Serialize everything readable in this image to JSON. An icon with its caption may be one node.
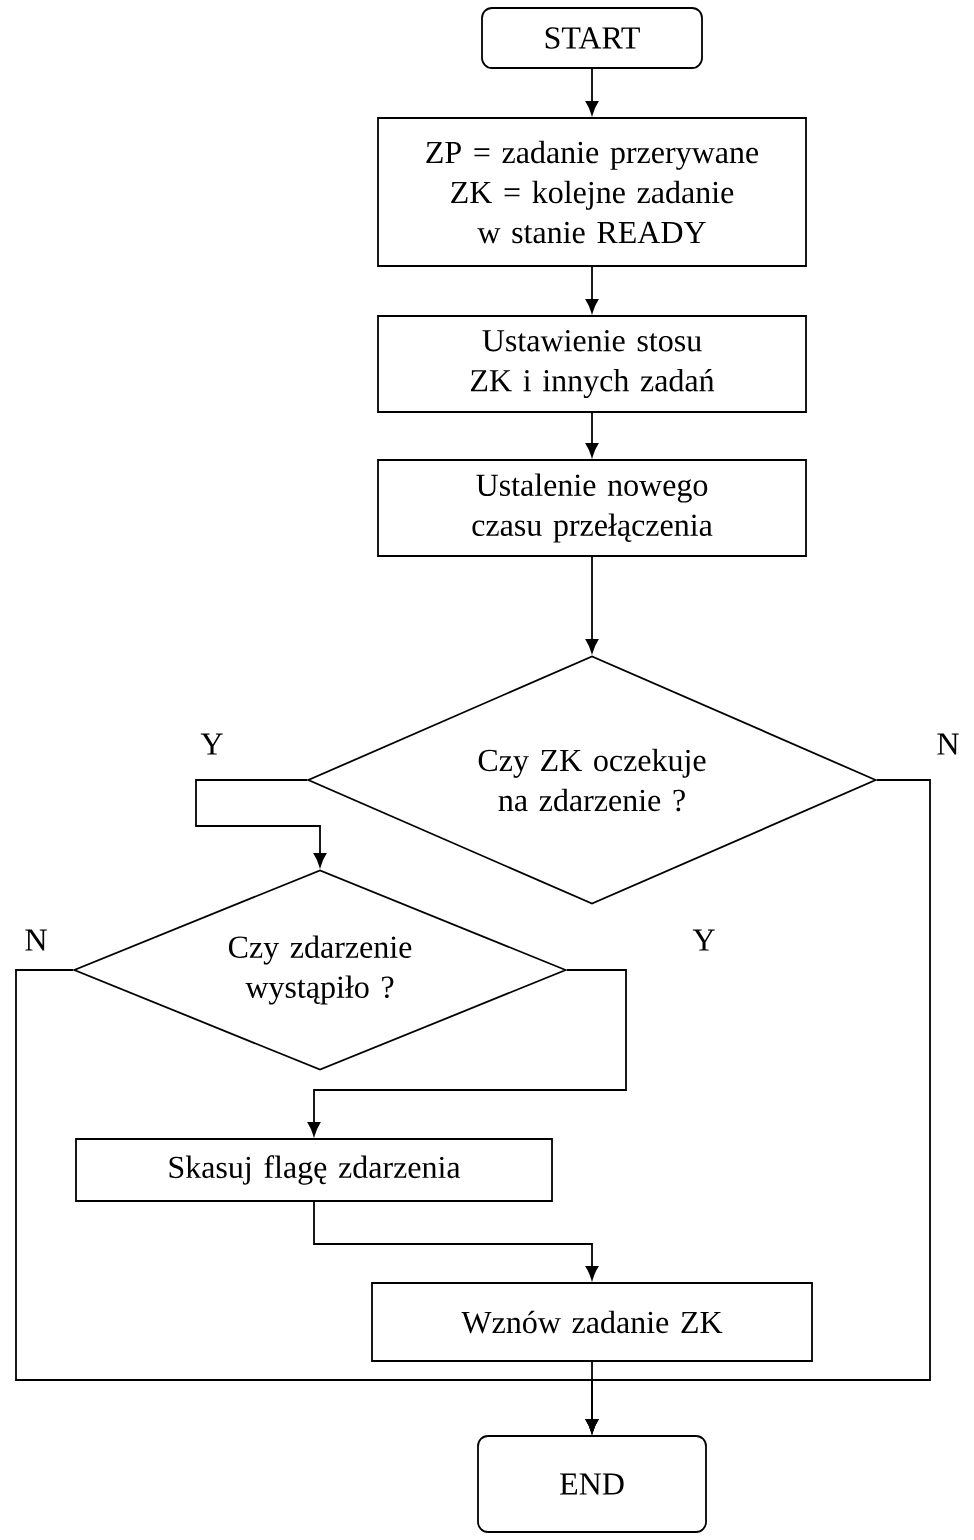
{
  "diagram": {
    "nodes": [
      {
        "text": [
          "START"
        ]
      },
      {
        "text": [
          "ZP = zadanie przerywane",
          "ZK = kolejne zadanie w stanie READY"
        ]
      },
      {
        "text": [
          "Ustawienie stosu ZK i innych zadań"
        ]
      },
      {
        "text": [
          "Ustalenie nowego czasu przełączenia"
        ]
      },
      {
        "text": [
          "Czy ZK oczekuje na zdarzenie ?"
        ]
      },
      {
        "text": [
          "Czy zdarzenie wystąpiło ?"
        ]
      },
      {
        "text": [
          "Skasuj flagę zdarzenia"
        ]
      },
      {
        "text": [
          "Wznów zadanie ZK"
        ]
      },
      {
        "text": [
          "END"
        ]
      }
    ],
    "edges": [
      {
        "from": 0,
        "to": 1,
        "arrow": "to"
      },
      {
        "from": 1,
        "to": 2,
        "arrow": "to"
      },
      {
        "from": 2,
        "to": 3,
        "arrow": "to"
      },
      {
        "from": 3,
        "to": 4,
        "arrow": "to"
      },
      {
        "from": 4,
        "to": 5,
        "arrow": "to",
        "label": "Y"
      },
      {
        "from": 4,
        "to": 8,
        "arrow": "to",
        "label": "N"
      },
      {
        "from": 5,
        "to": 6,
        "arrow": "to",
        "label": "Y"
      },
      {
        "from": 5,
        "to": 8,
        "arrow": "to",
        "label": "N"
      },
      {
        "from": 6,
        "to": 7,
        "arrow": "to"
      },
      {
        "from": 7,
        "to": 8,
        "arrow": "to"
      }
    ]
  }
}
